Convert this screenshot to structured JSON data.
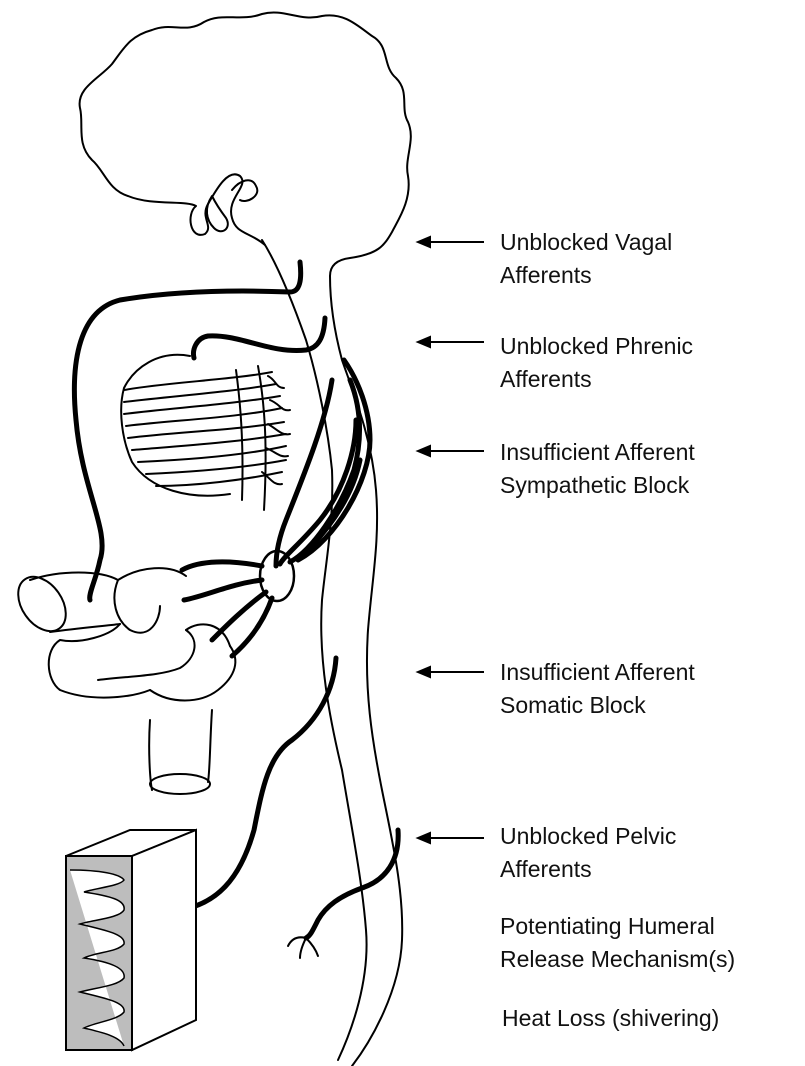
{
  "labels": {
    "vagal": {
      "line1": "Unblocked Vagal",
      "line2": "Afferents"
    },
    "phrenic": {
      "line1": "Unblocked Phrenic",
      "line2": "Afferents"
    },
    "sympathetic": {
      "line1": "Insufficient Afferent",
      "line2": "Sympathetic Block"
    },
    "somatic": {
      "line1": "Insufficient Afferent",
      "line2": "Somatic Block"
    },
    "pelvic": {
      "line1": "Unblocked Pelvic",
      "line2": "Afferents"
    },
    "humeral": {
      "line1": "Potentiating Humeral",
      "line2": "Release Mechanism(s)"
    },
    "heat_loss": "Heat Loss (shivering)"
  }
}
